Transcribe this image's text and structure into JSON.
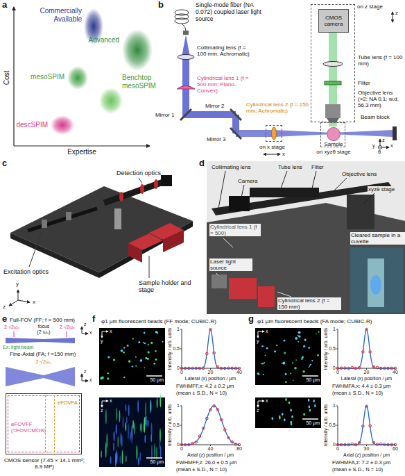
{
  "diagram": {
    "nodes": [
      {
        "text": [
          "Commercially Available"
        ]
      },
      {
        "text": [
          "Advanced"
        ]
      },
      {
        "text": [
          "mesoSPIM"
        ]
      },
      {
        "text": [
          "Benchtop mesoSPIM"
        ]
      },
      {
        "text": [
          "descSPIM"
        ]
      },
      {
        "text": [
          "on z stage"
        ]
      },
      {
        "text": [
          "CMOS camera"
        ],
        "in": 5
      },
      {
        "text": [
          "on x stage"
        ]
      },
      {
        "text": [
          "on xyzθ stage"
        ]
      },
      {
        "text": [
          "Sample"
        ],
        "in": 8
      },
      {
        "text": [
          "CMOS sensor (7.45 × 14.1 mm²; 8.9 MP)"
        ]
      },
      {
        "text": [
          "eFOVFF (≈FOVCMOS)"
        ],
        "in": 10
      },
      {
        "text": [
          "eFOVFA"
        ],
        "in": 10
      }
    ],
    "labels": [
      "a",
      "Cost",
      "Expertise",
      "b",
      "Single-mode fiber (NA 0.072) coupled laser light source",
      "Collimating lens (f = 100 mm; Achromatic)",
      "Cylindrical lens 1 (f = 500 mm; Plano-Convex)",
      "Mirror 1",
      "Mirror 2",
      "Mirror 3",
      "Cylindrical lens 2 (f = 150 mm; Achromatic)",
      "Tube lens (f = 100 mm)",
      "Filter",
      "Objective lens (×2; NA 0.1; w.d. 56.3 mm)",
      "Beam block",
      "z",
      "x",
      "z",
      "y",
      "x",
      "θ",
      "c",
      "Detection optics",
      "Excitation optics",
      "Sample holder and stage",
      "y",
      "z",
      "x",
      "d",
      "Collimating lens",
      "Tube lens",
      "Filter",
      "Objective lens",
      "Camera",
      "xyzθ stage",
      "Cylindrical lens 1 (f = 500)",
      "Laser light source",
      "Cylindrical lens 2 (f = 150 mm)",
      "Cleared sample in a cuvette",
      "e",
      "Full-FOV (FF; f = 500 mm)",
      "Ex. light beam",
      "focus (2·ω₀)",
      "2·√2ω₀",
      "2·√2ω₀",
      "Fine-Axial (FA; f =150 mm)",
      "2·√2ω₀",
      "z",
      "x",
      "z",
      "x",
      "f",
      "φ1 μm fluorescent beads (FF mode; CUBIC-R)",
      "x",
      "y",
      "50 μm",
      "x",
      "z",
      "50 μm",
      "Intensity / arb. units",
      "1",
      "0.5",
      "0",
      "0",
      "20",
      "40",
      "Lateral (x) position / μm",
      "FWHMFF,x: 4.2 ± 0.2 μm",
      "(mean ± S.D., N = 10)",
      "Intensity / arb. units",
      "1",
      "0.5",
      "0",
      "0",
      "40",
      "80",
      "Axial (z) position / μm",
      "FWHMFF,z: 26.0 ± 0.5 μm",
      "(mean ± S.D., N = 10)",
      "g",
      "φ1 μm fluorescent beads (FA mode; CUBIC-R)",
      "x",
      "y",
      "50 μm",
      "x",
      "z",
      "50 μm",
      "Intensity / arb. units",
      "1",
      "0.5",
      "0",
      "0",
      "20",
      "40",
      "Lateral (x) position / μm",
      "FWHMFA,x: 4.4 ± 0.3 μm",
      "(mean ± S.D., N = 10)",
      "Intensity / arb. units",
      "1",
      "0.5",
      "0",
      "0",
      "30",
      "60",
      "Axial (z) position / μm",
      "FWHMFA,z: 7.2 ± 0.3 μm",
      "(mean ± S.D., N = 10)"
    ]
  }
}
